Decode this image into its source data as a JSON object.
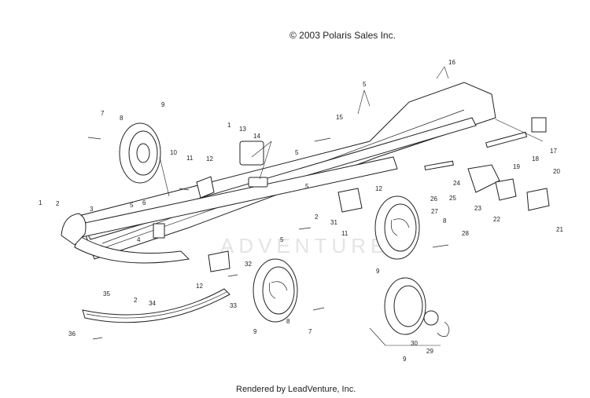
{
  "header": {
    "copyright": "© 2003 Polaris Sales Inc."
  },
  "watermark": "ADVENTURE",
  "footer": {
    "rendered_by": "Rendered by LeadVenture, Inc."
  },
  "callouts": [
    "1",
    "2",
    "3",
    "4",
    "5",
    "6",
    "7",
    "8",
    "9",
    "10",
    "11",
    "12",
    "13",
    "14",
    "15",
    "16",
    "17",
    "18",
    "19",
    "20",
    "21",
    "22",
    "23",
    "24",
    "25",
    "26",
    "27",
    "28",
    "29",
    "30",
    "31",
    "32",
    "33",
    "34",
    "35",
    "36"
  ]
}
